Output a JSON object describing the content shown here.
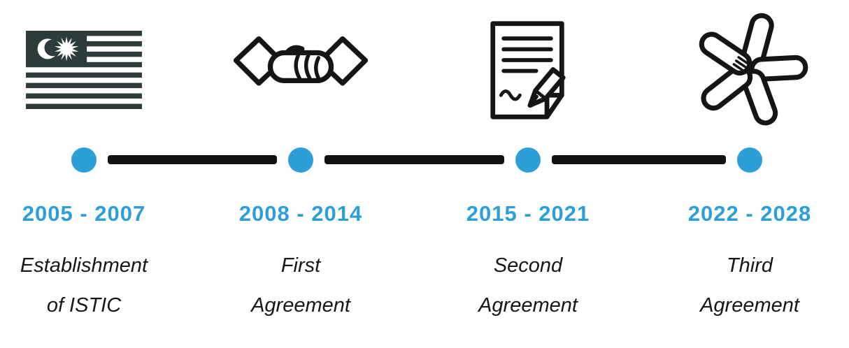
{
  "page": {
    "background": "#ffffff"
  },
  "timeline": {
    "accent_color": "#2d9fd8",
    "line_color": "#111111",
    "milestones": [
      {
        "years": "2005 - 2007",
        "label_line1": "Establishment",
        "label_line2": "of ISTIC",
        "icon": "malaysia-flag-icon"
      },
      {
        "years": "2008 - 2014",
        "label_line1": "First",
        "label_line2": "Agreement",
        "icon": "handshake-icon"
      },
      {
        "years": "2015 - 2021",
        "label_line1": "Second",
        "label_line2": "Agreement",
        "icon": "document-pen-icon"
      },
      {
        "years": "2022 - 2028",
        "label_line1": "Third",
        "label_line2": "Agreement",
        "icon": "hands-together-icon"
      }
    ]
  }
}
